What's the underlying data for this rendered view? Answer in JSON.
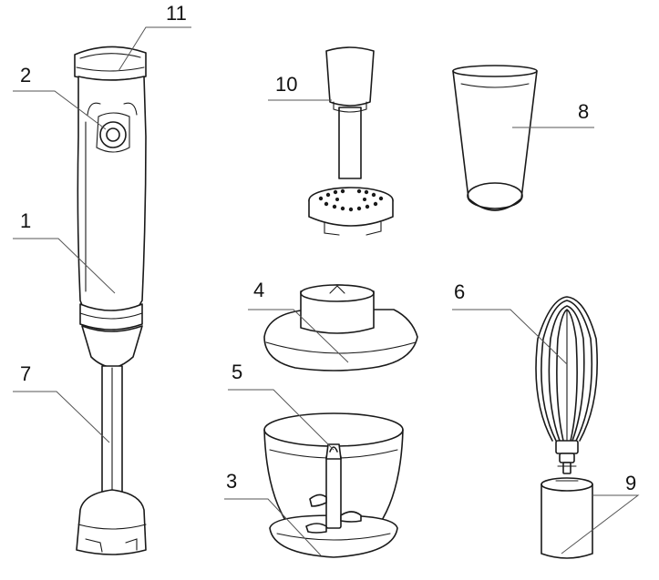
{
  "labels": {
    "l1": "1",
    "l2": "2",
    "l3": "3",
    "l4": "4",
    "l5": "5",
    "l6": "6",
    "l7": "7",
    "l8": "8",
    "l9": "9",
    "l10": "10",
    "l11": "11"
  },
  "colors": {
    "outline": "#1a1a1a",
    "leader": "#555555",
    "background": "#ffffff"
  }
}
